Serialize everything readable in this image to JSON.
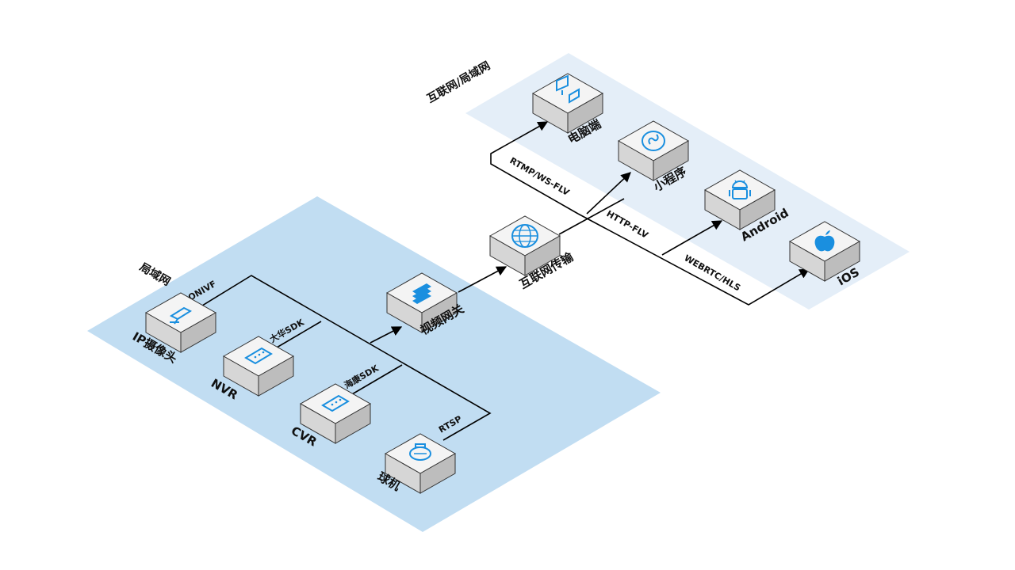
{
  "zones": {
    "lan": "局域网",
    "internet": "互联网/局域网"
  },
  "devices": {
    "ip_camera": "IP摄像头",
    "nvr": "NVR",
    "cvr": "CVR",
    "dome": "球机",
    "gateway": "视频网关",
    "transport": "互联网传输",
    "pc": "电脑端",
    "miniprogram": "小程序",
    "android": "Android",
    "ios": "iOS"
  },
  "protocols": {
    "onvif": "ONIVF",
    "dahua": "大华SDK",
    "hikvision": "海康SDK",
    "rtsp": "RTSP",
    "rtmp": "RTMP/WS-FLV",
    "httpflv": "HTTP-FLV",
    "webrtc": "WEBRTC/HLS"
  },
  "colors": {
    "lan_zone": "#c1ddf2",
    "internet_zone": "#e4eef8",
    "box_top": "#f4f4f4",
    "box_left": "#d6d6d6",
    "box_right": "#bdbdbd",
    "icon": "#1a8fdf"
  }
}
